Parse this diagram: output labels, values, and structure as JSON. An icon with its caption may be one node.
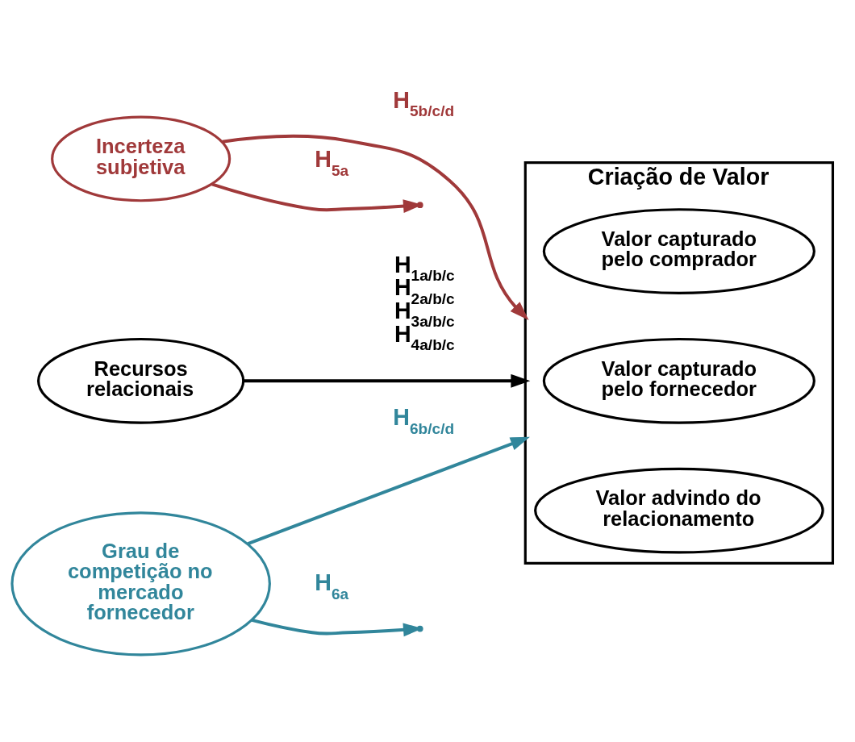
{
  "diagram": {
    "nodes": [
      {
        "text": [
          "Incerteza subjetiva"
        ]
      },
      {
        "text": [
          "Criação de Valor"
        ]
      },
      {
        "text": [
          "Valor capturado pelo comprador"
        ],
        "in": 1
      },
      {
        "text": [
          "Valor capturado pelo fornecedor"
        ],
        "in": 1
      },
      {
        "text": [
          "Valor advindo do relacionamento"
        ],
        "in": 1
      },
      {
        "text": [
          "Recursos relacionais"
        ]
      },
      {
        "text": [
          "Grau de competição no mercado fornecedor"
        ]
      }
    ],
    "edges": [
      {
        "from": 5,
        "to": 1,
        "arrow": "to",
        "color": "#000000",
        "label": "H$_{1a/b/c}$ H$_{2a/b/c}$ H$_{3a/b/c}$ H$_{4a/b/c}$"
      },
      {
        "from": 0,
        "to": null,
        "arrow": "to",
        "label": "H$_{5a}$",
        "color": "#a0393a"
      },
      {
        "from": 0,
        "to": 1,
        "arrow": "to",
        "label": "H$_{5b/c/d}$",
        "color": "#a0393a"
      },
      {
        "from": 6,
        "to": null,
        "arrow": "to",
        "label": "H$_{6a}$",
        "color": "#31869b"
      },
      {
        "from": 6,
        "to": 1,
        "arrow": "to",
        "label": "H$_{6b/c/d}$",
        "color": "#31869b"
      }
    ]
  }
}
